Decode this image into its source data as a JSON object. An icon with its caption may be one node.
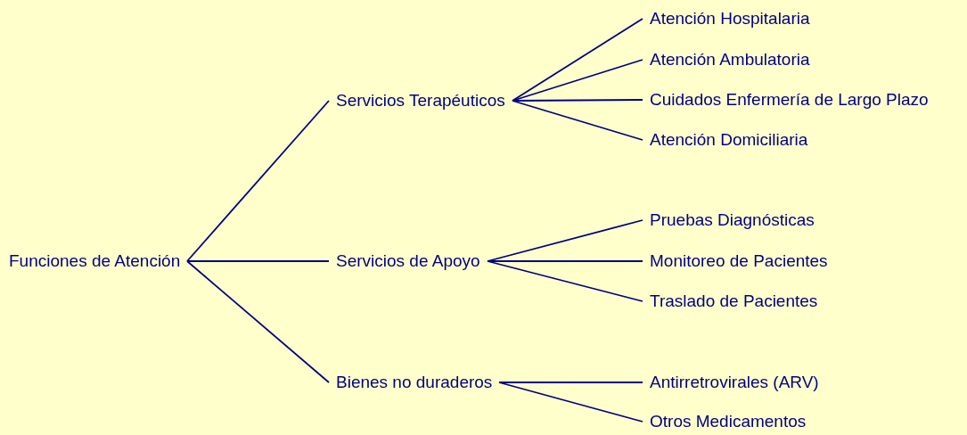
{
  "diagram": {
    "nodes": [
      {
        "text": [
          "Funciones de Atención"
        ]
      },
      {
        "text": [
          "Servicios Terapéuticos"
        ]
      },
      {
        "text": [
          "Servicios de Apoyo"
        ]
      },
      {
        "text": [
          "Bienes no duraderos"
        ]
      },
      {
        "text": [
          "Atención Hospitalaria"
        ]
      },
      {
        "text": [
          "Atención Ambulatoria"
        ]
      },
      {
        "text": [
          "Cuidados Enfermería de Largo Plazo"
        ]
      },
      {
        "text": [
          "Atención Domiciliaria"
        ]
      },
      {
        "text": [
          "Pruebas Diagnósticas"
        ]
      },
      {
        "text": [
          "Monitoreo de Pacientes"
        ]
      },
      {
        "text": [
          "Traslado de Pacientes"
        ]
      },
      {
        "text": [
          "Antirretrovirales (ARV)"
        ]
      },
      {
        "text": [
          "Otros Medicamentos"
        ]
      }
    ],
    "edges": [
      {
        "from": 0,
        "to": 1,
        "arrow": "none"
      },
      {
        "from": 0,
        "to": 2,
        "arrow": "none"
      },
      {
        "from": 0,
        "to": 3,
        "arrow": "none"
      },
      {
        "from": 1,
        "to": 4,
        "arrow": "none"
      },
      {
        "from": 1,
        "to": 5,
        "arrow": "none"
      },
      {
        "from": 1,
        "to": 6,
        "arrow": "none"
      },
      {
        "from": 1,
        "to": 7,
        "arrow": "none"
      },
      {
        "from": 2,
        "to": 8,
        "arrow": "none"
      },
      {
        "from": 2,
        "to": 9,
        "arrow": "none"
      },
      {
        "from": 2,
        "to": 10,
        "arrow": "none"
      },
      {
        "from": 3,
        "to": 11,
        "arrow": "none"
      },
      {
        "from": 3,
        "to": 12,
        "arrow": "none"
      }
    ]
  }
}
